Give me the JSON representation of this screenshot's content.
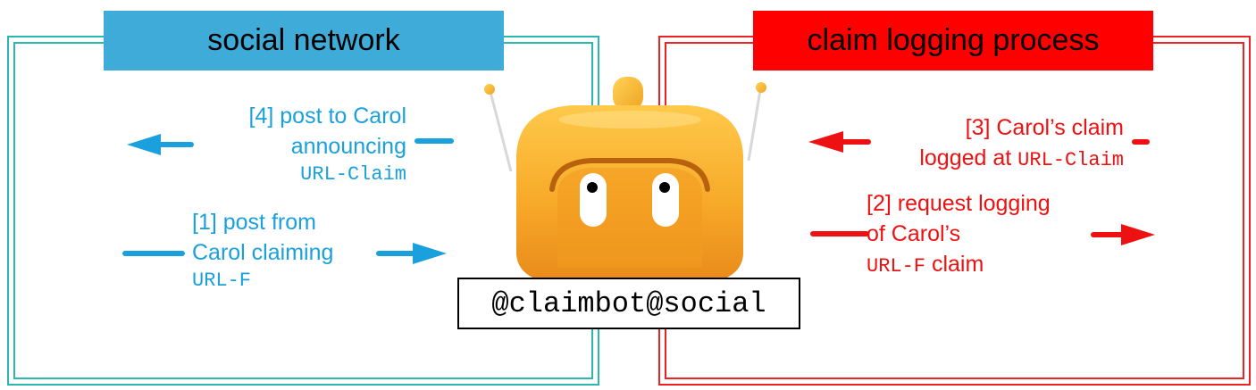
{
  "colors": {
    "social": "#1aa0dc",
    "social_frame": "#2ab7ae",
    "claim": "#ee1111",
    "claim_header_bg": "#ff0000",
    "bot_body": "#f5a623"
  },
  "left_panel": {
    "title": "social network",
    "step4": {
      "line1": "[4] post to Carol",
      "line2": "announcing",
      "code": "URL-Claim"
    },
    "step1": {
      "line1": "[1] post from",
      "line2": "Carol claiming",
      "code": "URL-F"
    }
  },
  "right_panel": {
    "title": "claim logging process",
    "step3": {
      "line1": "[3] Carol’s claim",
      "line2_prefix": "logged at",
      "code": "URL-Claim"
    },
    "step2": {
      "line1": "[2] request logging",
      "line2": "of Carol’s",
      "code": "URL-F",
      "line3_suffix": "claim"
    }
  },
  "bot": {
    "icon": "robot-bot-icon",
    "handle": "@claimbot@social"
  }
}
